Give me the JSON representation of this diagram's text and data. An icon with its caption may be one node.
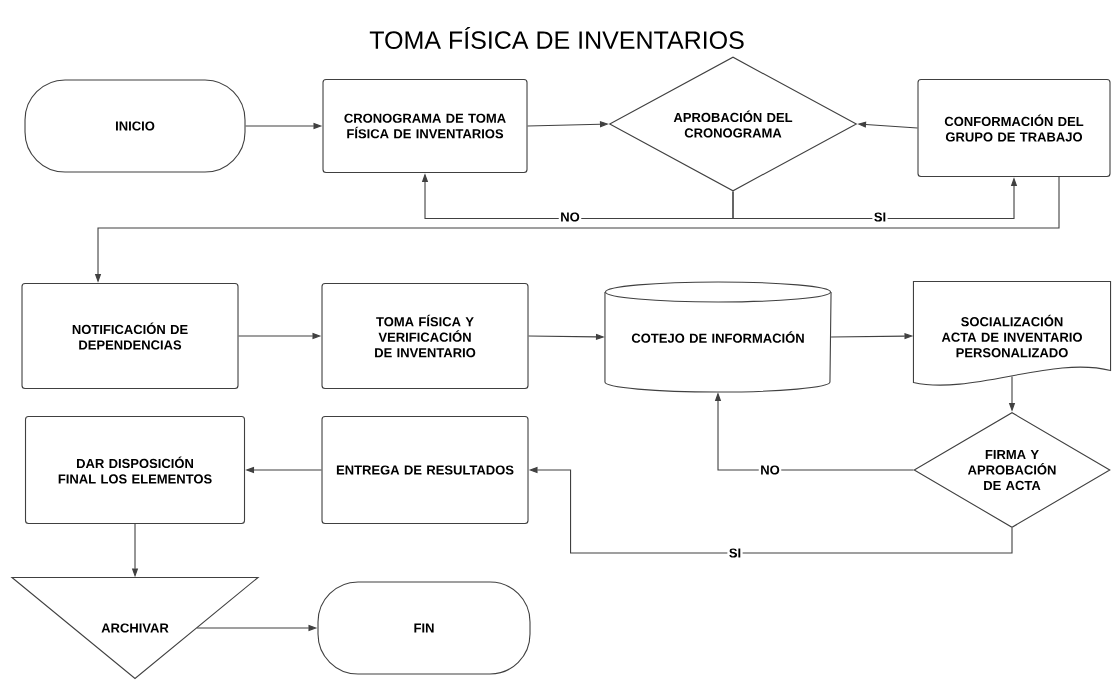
{
  "diagram": {
    "title": "TOMA FÍSICA DE INVENTARIOS",
    "nodes": [
      {
        "text": [
          "INICIO"
        ]
      },
      {
        "text": [
          "CRONOGRAMA DE TOMA FÍSICA DE INVENTARIOS"
        ]
      },
      {
        "text": [
          "APROBACIÓN DEL CRONOGRAMA"
        ]
      },
      {
        "text": [
          "CONFORMACIÓN DEL GRUPO DE TRABAJO"
        ]
      },
      {
        "text": [
          "NOTIFICACIÓN DE DEPENDENCIAS"
        ]
      },
      {
        "text": [
          "TOMA FÍSICA Y VERIFICACIÓN DE INVENTARIO"
        ]
      },
      {
        "text": [
          "COTEJO DE INFORMACIÓN"
        ]
      },
      {
        "text": [
          "SOCIALIZACIÓN ACTA DE INVENTARIO PERSONALIZADO"
        ]
      },
      {
        "text": [
          "FIRMA Y APROBACIÓN DE ACTA"
        ]
      },
      {
        "text": [
          "DAR DISPOSICIÓN FINAL LOS ELEMENTOS"
        ]
      },
      {
        "text": [
          "ENTREGA DE RESULTADOS"
        ]
      },
      {
        "text": [
          "ARCHIVAR"
        ]
      },
      {
        "text": [
          "FIN"
        ]
      }
    ],
    "edges": [
      {
        "from": 0,
        "to": 1,
        "arrow": "to"
      },
      {
        "from": 1,
        "to": 2,
        "arrow": "to"
      },
      {
        "from": 3,
        "to": 2,
        "arrow": "to"
      },
      {
        "from": 2,
        "to": 1,
        "arrow": "to",
        "label": "NO"
      },
      {
        "from": 2,
        "to": 3,
        "arrow": "to",
        "label": "SI"
      },
      {
        "from": 3,
        "to": 4,
        "arrow": "to"
      },
      {
        "from": 4,
        "to": 5,
        "arrow": "to"
      },
      {
        "from": 5,
        "to": 6,
        "arrow": "to"
      },
      {
        "from": 6,
        "to": 7,
        "arrow": "to"
      },
      {
        "from": 7,
        "to": 8,
        "arrow": "to"
      },
      {
        "from": 8,
        "to": 6,
        "arrow": "to",
        "label": "NO"
      },
      {
        "from": 8,
        "to": 10,
        "arrow": "to",
        "label": "SI"
      },
      {
        "from": 10,
        "to": 9,
        "arrow": "to"
      },
      {
        "from": 9,
        "to": 11,
        "arrow": "to"
      },
      {
        "from": 11,
        "to": 12,
        "arrow": "to"
      }
    ]
  }
}
